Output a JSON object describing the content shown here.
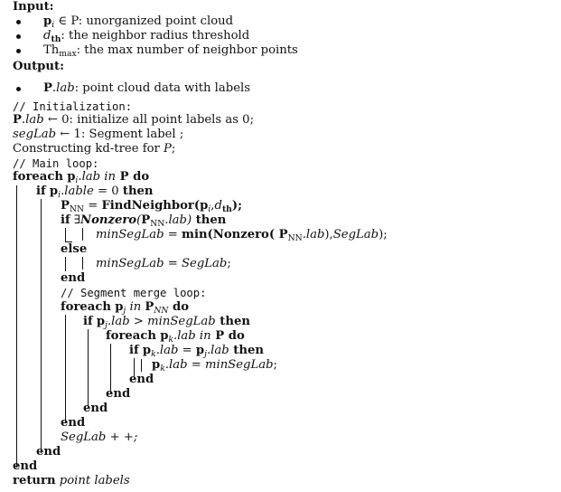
{
  "algorithm": {
    "input_header": "Input:",
    "input_items": [
      {
        "term": "p",
        "term_sub": "i",
        "rest": " ∈ P: unorganized point cloud"
      },
      {
        "term": "d",
        "term_sub": "th",
        "rest": ": the neighbor radius threshold"
      },
      {
        "term": "Th",
        "term_sub": "max",
        "rest": ": the max number of neighbor points"
      }
    ],
    "output_header": "Output:",
    "output_items": [
      {
        "term": "P",
        "dot_lab": ".lab",
        "rest": ": point cloud data with labels"
      }
    ],
    "comment_init": "// Initialization:",
    "init_line1": {
      "bold": "P",
      "dot_lab": ".lab",
      "rest": " ← 0: initialize all point labels as 0;"
    },
    "init_line2": {
      "italic": "segLab",
      "rest": " ← 1: Segment label ;"
    },
    "init_line3": {
      "plain": "Constructing kd-tree for ",
      "italic": "P",
      "tail": ";"
    },
    "comment_main": "// Main loop:",
    "foreach_outer": {
      "kw": "foreach",
      "var": "p",
      "sub": "i",
      "mid": ".lab ",
      "in": "in",
      "set": " P",
      "do": " do"
    },
    "if_lable": {
      "kw": "if",
      "var": "p",
      "sub": "i",
      "field": ".lable",
      "cond": " = 0 ",
      "then": "then"
    },
    "pnn_assign": {
      "lhs": "P",
      "lhs_sub": "NN",
      "eq": " = ",
      "fn": "FindNeighbor(",
      "arg1": "p",
      "arg1_sub": "i",
      "sep": ",",
      "arg2": "d",
      "arg2_sub": "th",
      "close": ");"
    },
    "if_nonzero": {
      "kw": "if",
      "sym": " ∃",
      "fn": "Nonzero",
      "open": "(",
      "arg": "P",
      "arg_sub": "NN",
      "field": ".lab)",
      "then": " then"
    },
    "minseg_assign1": {
      "lhs": "minSegLab",
      "eq": " = ",
      "fn": "min(Nonzero( P",
      "sub": "NN",
      "field": ".lab",
      "mid": "),",
      "tail": "SegLab",
      "close": ");"
    },
    "else_kw": "else",
    "minseg_assign2": {
      "lhs": "minSegLab",
      "eq": " = ",
      "rhs": "SegLab",
      "close": ";"
    },
    "end_kw": "end",
    "comment_merge": "// Segment merge loop:",
    "foreach_mid": {
      "kw": "foreach",
      "var": "p",
      "sub": "j",
      "in": " in ",
      "set": "P",
      "set_sub": "NN",
      "do": " do"
    },
    "if_pj": {
      "kw": "if",
      "var": "p",
      "sub": "j",
      "field": ".lab",
      "op": " > ",
      "rhs": "minSegLab",
      "then": " then"
    },
    "foreach_inner": {
      "kw": "foreach",
      "var": "p",
      "sub": "k",
      "field": ".lab ",
      "in": "in",
      "set": " P",
      "do": " do"
    },
    "if_pk": {
      "kw": "if",
      "var": "p",
      "sub": "k",
      "field": ".lab",
      "op": " = ",
      "rhs": "p",
      "rhs_sub": "j",
      "rhs_field": ".lab",
      "then": " then"
    },
    "pk_assign": {
      "var": "p",
      "sub": "k",
      "field": ".lab",
      "eq": " = ",
      "rhs": "minSegLab",
      "close": ";"
    },
    "seglab_incr": "SegLab + +;",
    "return_kw": "return",
    "return_val": "point labels"
  }
}
